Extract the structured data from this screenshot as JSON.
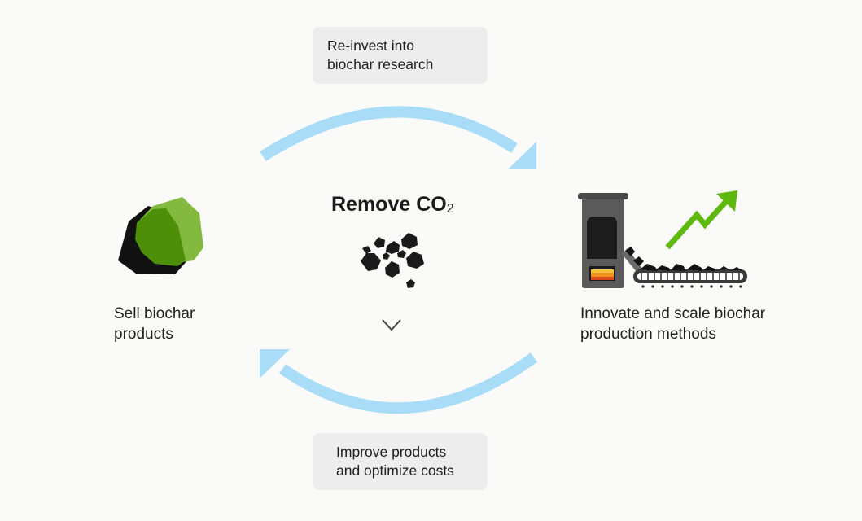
{
  "diagram": {
    "center": {
      "title_main": "Remove CO",
      "title_subscript": "2"
    },
    "steps": {
      "reinvest": {
        "line1": "Re-invest into",
        "line2": "biochar research"
      },
      "innovate": {
        "line1": "Innovate and scale biochar",
        "line2": "production methods"
      },
      "improve": {
        "line1": "Improve products",
        "line2": "and optimize costs"
      },
      "sell": {
        "line1": "Sell biochar",
        "line2": "products"
      }
    },
    "colors": {
      "cycle_arrow": "#a9dcf6",
      "callout_background": "#ededed",
      "biochar_green": "#4e8f0a",
      "growth_arrow": "#5fb80e",
      "kiln_gray": "#5a5a5a"
    }
  }
}
